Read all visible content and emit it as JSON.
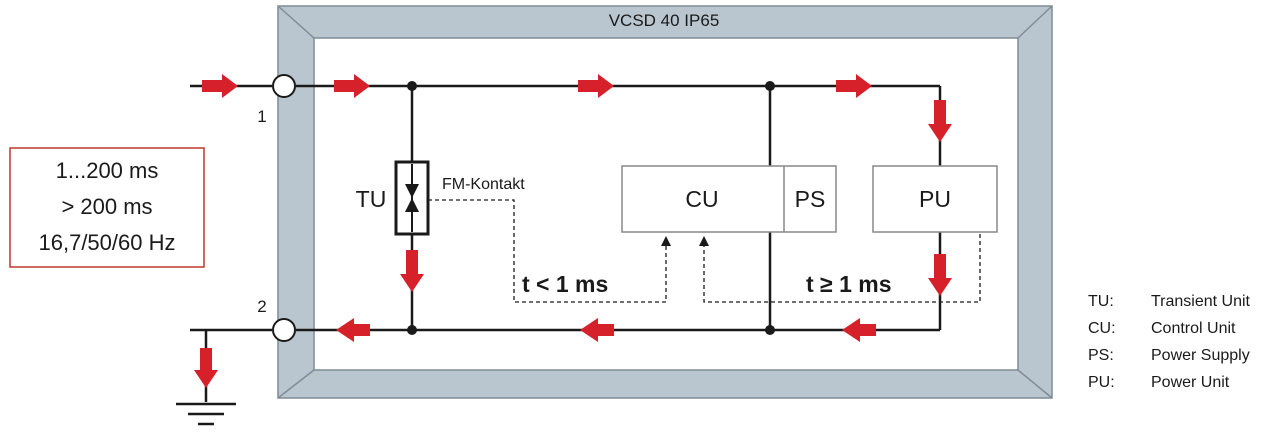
{
  "device": {
    "title": "VCSD 40 IP65"
  },
  "terminals": {
    "t1": "1",
    "t2": "2"
  },
  "signal_box": {
    "line1": "1...200 ms",
    "line2": "> 200 ms",
    "line3": "16,7/50/60 Hz"
  },
  "blocks": {
    "tu": "TU",
    "cu": "CU",
    "ps": "PS",
    "pu": "PU"
  },
  "fm_contact": "FM-Kontakt",
  "timings": {
    "left": "t < 1 ms",
    "right": "t ≥ 1 ms"
  },
  "legend": [
    {
      "abbr": "TU:",
      "text": "Transient Unit"
    },
    {
      "abbr": "CU:",
      "text": "Control Unit"
    },
    {
      "abbr": "PS:",
      "text": "Power Supply"
    },
    {
      "abbr": "PU:",
      "text": "Power Unit"
    }
  ],
  "colors": {
    "enclosure": "#b9c6cf",
    "arrow": "#d6202a",
    "box_border": "#c0392b",
    "line": "#1a1a1a"
  }
}
